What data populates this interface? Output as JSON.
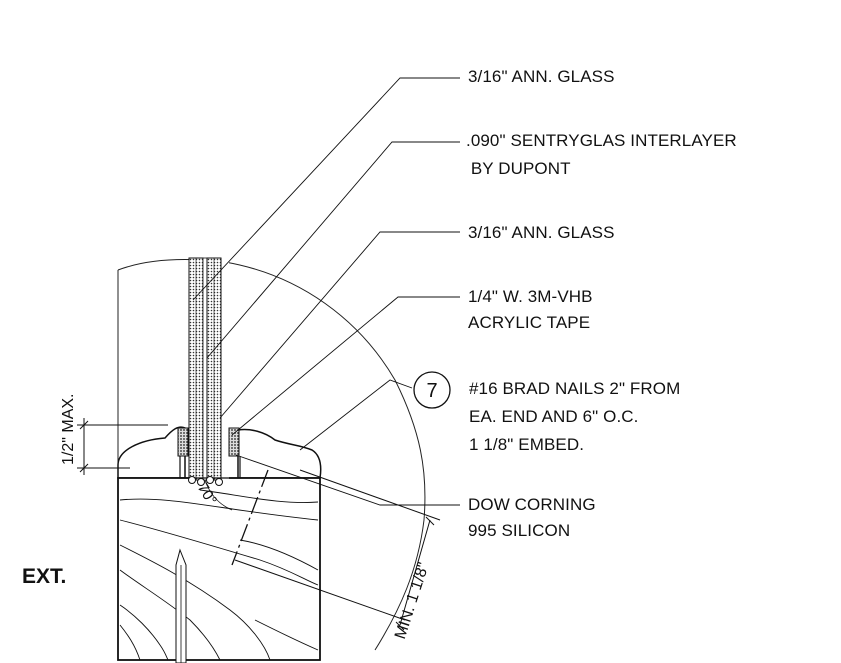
{
  "labels": {
    "glass_top": "3/16\" ANN. GLASS",
    "interlayer_1": ".090\" SENTRYGLAS INTERLAYER",
    "interlayer_2": " BY DUPONT",
    "glass_bottom": "3/16\" ANN. GLASS",
    "tape_1": "1/4\" W. 3M-VHB",
    "tape_2": "ACRYLIC TAPE",
    "nails_1": "#16 BRAD NAILS 2\" FROM",
    "nails_2": "EA. END AND 6\" O.C.",
    "nails_3": "1 1/8\" EMBED.",
    "silicone_1": "DOW CORNING",
    "silicone_2": "995 SILICON"
  },
  "callout_number": "7",
  "dimensions": {
    "max_depth": "1/2\"  MAX.",
    "min_embed": "MIN. 1 1/8\"",
    "angle": "70°"
  },
  "side_label": "EXT."
}
